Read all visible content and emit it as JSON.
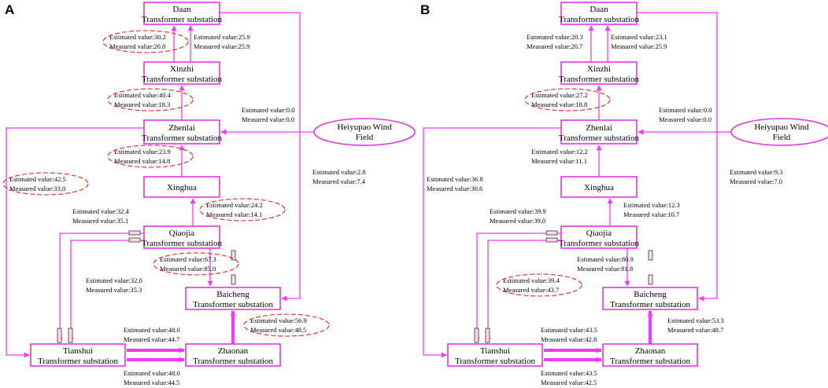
{
  "colors": {
    "line": "#ff33ff",
    "box": "#e633e6",
    "highlight": "#e8251f",
    "breaker_fill": "#ffd9e6"
  },
  "panels": [
    {
      "letter": "A",
      "nodes": {
        "daan": {
          "name": "Daan",
          "sub": "Transformer substation"
        },
        "xinzhi": {
          "name": "Xinzhi",
          "sub": "Transformer substation"
        },
        "zhenlai": {
          "name": "Zhenlai",
          "sub": "Transformer substation"
        },
        "xinghua": {
          "name": "Xinghua",
          "sub": ""
        },
        "qiaojia": {
          "name": "Qiaojia",
          "sub": "Transformer substation"
        },
        "baicheng": {
          "name": "Baicheng",
          "sub": "Transformer substation"
        },
        "tianshui": {
          "name": "Tianshui",
          "sub": "Transformer substation"
        },
        "zhaonan": {
          "name": "Zhaonan",
          "sub": "Transformer substation"
        },
        "wind": {
          "line1": "Heiyupao Wind",
          "line2": "Field"
        }
      },
      "labels": {
        "daan_xinzhi_l": {
          "est": "Estimated value:30.2",
          "meas": "Measured value:20.8"
        },
        "daan_xinzhi_r": {
          "est": "Estimated value:25.9",
          "meas": "Measured value:25.9"
        },
        "xinzhi_zhenlai": {
          "est": "Estimated value:40.4",
          "meas": "Measured value:18.3"
        },
        "wind_zhenlai": {
          "est": "Estimated value:0.0",
          "meas": "Measured value:0.0"
        },
        "zhenlai_xinghua": {
          "est": "Estimated value:23.9",
          "meas": "Measured value:14.8"
        },
        "zhenlai_tianshui": {
          "est": "Estimated value:42.5",
          "meas": "Measured value:33.0"
        },
        "daan_baicheng": {
          "est": "Estimated value:2.8",
          "meas": "Measured value:7.4"
        },
        "xinghua_qiaojia": {
          "est": "Estimated value:24.2",
          "meas": "Measured value:14.1"
        },
        "qiaojia_tianshui_top": {
          "est": "Estimated value:32.4",
          "meas": "Measured value:35.1"
        },
        "qiaojia_baicheng": {
          "est": "Estimated value:67.3",
          "meas": "Measured value:85.0"
        },
        "qiaojia_tianshui_mid": {
          "est": "Estimated value:32.0",
          "meas": "Measured value:35.3"
        },
        "zhaonan_baicheng": {
          "est": "Estimated value:56.9",
          "meas": "Measured value:48.5"
        },
        "tz_top": {
          "est": "Estimated value:48.0",
          "meas": "Measured value:44.7"
        },
        "tz_bot": {
          "est": "Estimated value:48.0",
          "meas": "Measured value:44.5"
        }
      }
    },
    {
      "letter": "B",
      "nodes": {
        "daan": {
          "name": "Daan",
          "sub": "Transformer substation"
        },
        "xinzhi": {
          "name": "Xinzhi",
          "sub": "Transformer substation"
        },
        "zhenlai": {
          "name": "Zhenlai",
          "sub": "Transformer substation"
        },
        "xinghua": {
          "name": "Xinghua",
          "sub": ""
        },
        "qiaojia": {
          "name": "Qiaojia",
          "sub": "Transformer substation"
        },
        "baicheng": {
          "name": "Baicheng",
          "sub": "Transformer substation"
        },
        "tianshui": {
          "name": "Tianshui",
          "sub": "Transformer substation"
        },
        "zhaonan": {
          "name": "Zhaonan",
          "sub": "Transformer substation"
        },
        "wind": {
          "line1": "Heiyupao Wind",
          "line2": "Field"
        }
      },
      "labels": {
        "daan_xinzhi_l": {
          "est": "Estimated value:20.3",
          "meas": "Measured value:20.7"
        },
        "daan_xinzhi_r": {
          "est": "Estimated value:23.1",
          "meas": "Measured value:25.9"
        },
        "xinzhi_zhenlai": {
          "est": "Estimated value:27.2",
          "meas": "Measured value:18.8"
        },
        "wind_zhenlai": {
          "est": "Estimated value:0.0",
          "meas": "Measured value:0.0"
        },
        "zhenlai_xinghua": {
          "est": "Estimated value:12.2",
          "meas": "Measured value:11.1"
        },
        "zhenlai_tianshui": {
          "est": "Estimated value:36.8",
          "meas": "Measured value:30.6"
        },
        "daan_baicheng": {
          "est": "Estimated value:9.3",
          "meas": "Measured value:7.0"
        },
        "xinghua_qiaojia": {
          "est": "Estimated value:12.3",
          "meas": "Measured value:10.7"
        },
        "qiaojia_tianshui_top": {
          "est": "Estimated value:39.9",
          "meas": "Measured value:39.0"
        },
        "qiaojia_baicheng": {
          "est": "Estimated value:80.9",
          "meas": "Measured value:81.8"
        },
        "qiaojia_tianshui_mid": {
          "est": "Estimated value:39.4",
          "meas": "Measured value:43.7"
        },
        "zhaonan_baicheng": {
          "est": "Estimated value:53.3",
          "meas": "Measured value:48.7"
        },
        "tz_top": {
          "est": "Estimated value:43.5",
          "meas": "Measured value:42.8"
        },
        "tz_bot": {
          "est": "Estimated value:43.5",
          "meas": "Measured value:42.5"
        }
      }
    }
  ],
  "highlighted": [
    [
      "daan_xinzhi_l",
      "xinzhi_zhenlai",
      "zhenlai_xinghua",
      "zhenlai_tianshui",
      "xinghua_qiaojia",
      "qiaojia_baicheng",
      "zhaonan_baicheng"
    ],
    [
      "xinzhi_zhenlai",
      "qiaojia_tianshui_mid"
    ]
  ]
}
